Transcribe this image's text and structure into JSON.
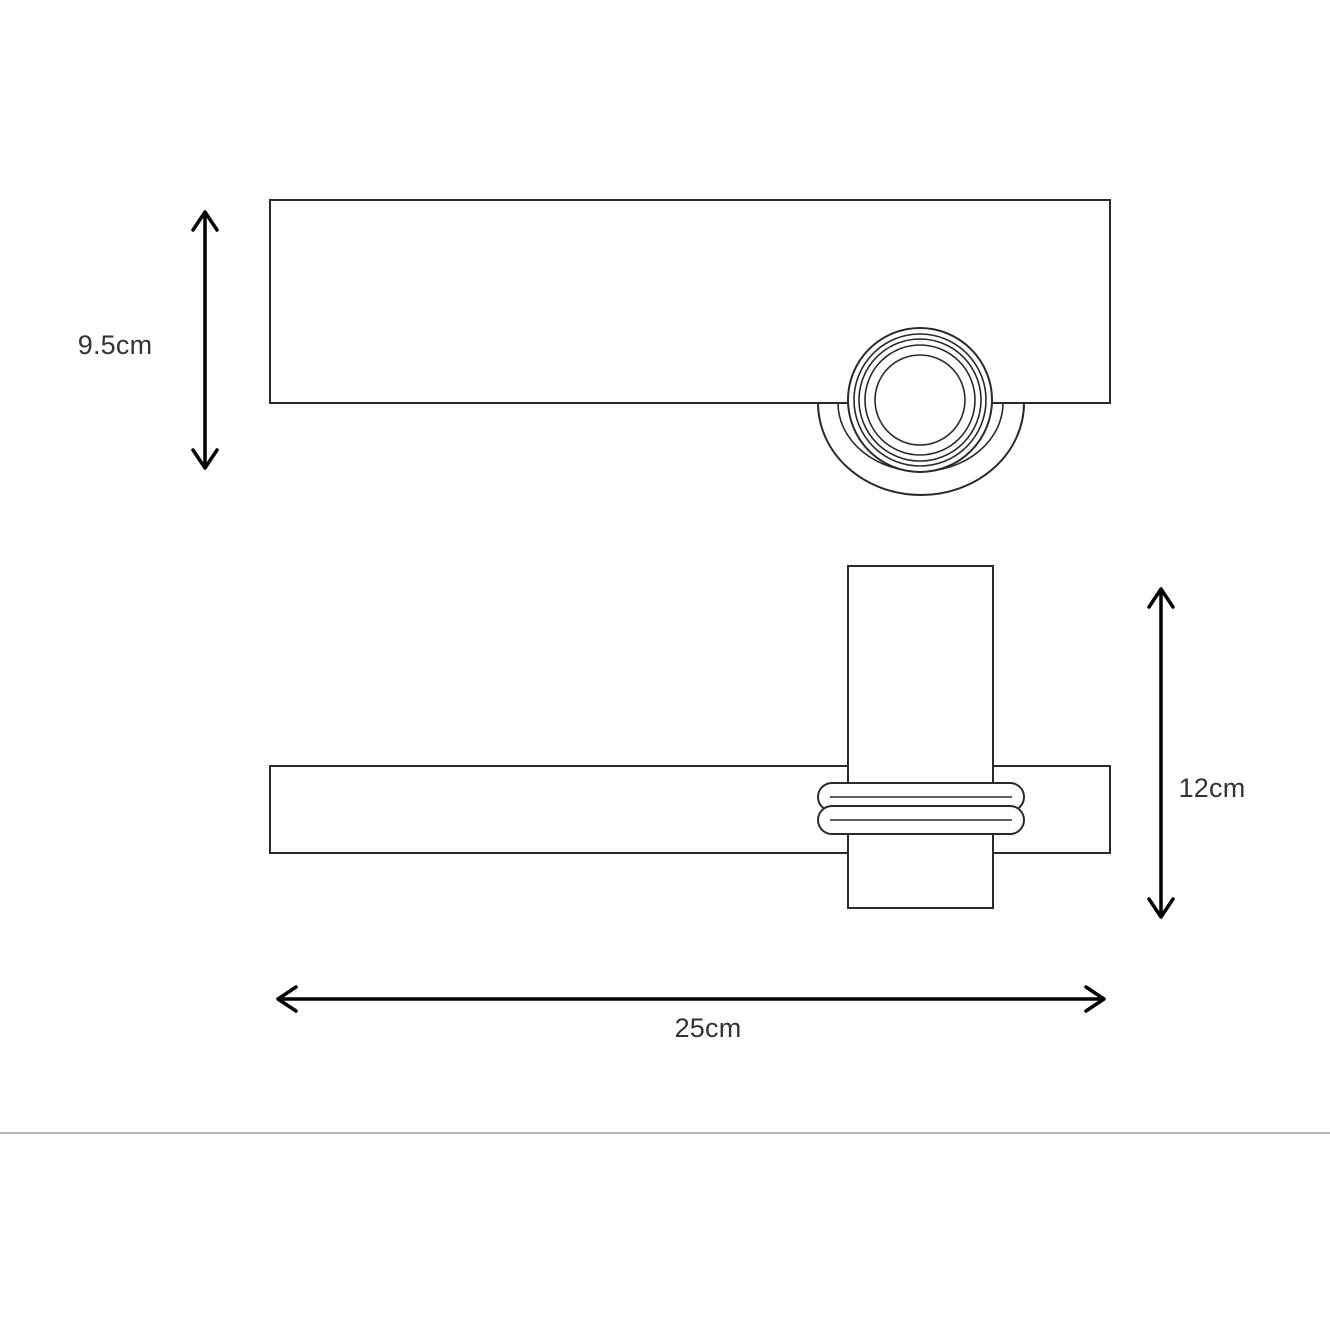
{
  "dimensions": {
    "height_top_view": "9.5cm",
    "projection": "12cm",
    "width": "25cm"
  },
  "colors": {
    "line": "#2a2a2a",
    "arrow": "#000000",
    "text": "#333333",
    "divider": "#8a8a8a"
  }
}
